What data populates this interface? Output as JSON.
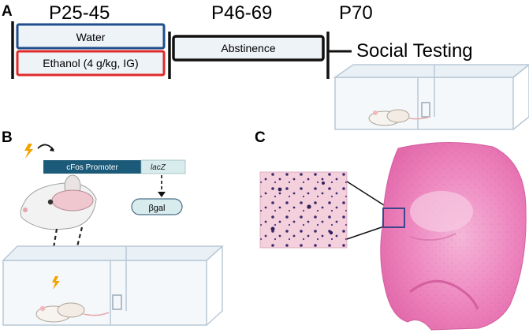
{
  "panel_a": {
    "label": "A",
    "periods": [
      "P25-45",
      "P46-69",
      "P70"
    ],
    "groups": {
      "water": "Water",
      "ethanol": "Ethanol (4 g/kg, IG)"
    },
    "phase": "Abstinence",
    "test": "Social Testing",
    "colors": {
      "water_border": "#1f4e8c",
      "ethanol_border": "#e02a2a"
    }
  },
  "panel_b": {
    "label": "B",
    "promoter": "cFos Promoter",
    "gene": "lacZ",
    "product": "βgal",
    "colors": {
      "promoter_fill": "#1b5a78",
      "gene_fill": "#d8ecee",
      "product_fill": "#d8ecee",
      "stimulus": "#f4a300"
    }
  },
  "panel_c": {
    "label": "C",
    "colors": {
      "tissue": "#ee7bb6",
      "stain_dots": "#3d2b6b"
    }
  }
}
